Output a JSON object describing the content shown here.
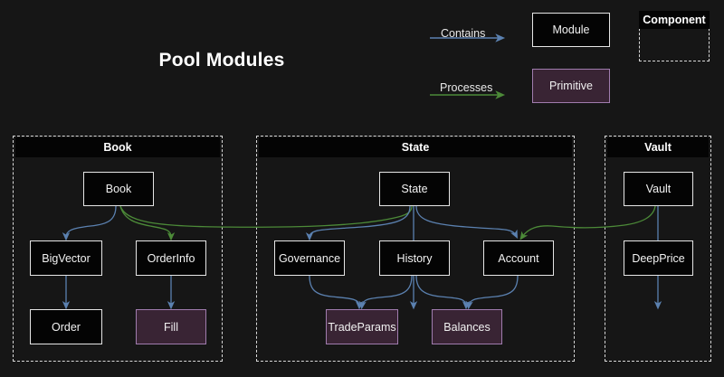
{
  "title": "Pool Modules",
  "colors": {
    "background": "#161616",
    "module_fill": "#040404",
    "module_border": "#e6e6e6",
    "primitive_fill": "#392434",
    "primitive_border": "#a07cae",
    "contains_edge": "#5b81b0",
    "processes_edge": "#3e7a2e",
    "group_border": "#d8d8d8",
    "text": "#f2f2f2"
  },
  "legend": {
    "contains_label": "Contains",
    "processes_label": "Processes",
    "module_label": "Module",
    "primitive_label": "Primitive",
    "component_label": "Component"
  },
  "groups": [
    {
      "id": "book",
      "title": "Book"
    },
    {
      "id": "state",
      "title": "State"
    },
    {
      "id": "vault",
      "title": "Vault"
    }
  ],
  "nodes": {
    "book": "Book",
    "bigvector": "BigVector",
    "orderinfo": "OrderInfo",
    "order": "Order",
    "fill": "Fill",
    "state": "State",
    "governance": "Governance",
    "history": "History",
    "account": "Account",
    "tradeparams": "TradeParams",
    "balances": "Balances",
    "vault": "Vault",
    "deepprice": "DeepPrice"
  },
  "edges": [
    {
      "from": "Book",
      "to": "BigVector",
      "type": "Contains"
    },
    {
      "from": "BigVector",
      "to": "Order",
      "type": "Contains"
    },
    {
      "from": "OrderInfo",
      "to": "Fill",
      "type": "Contains"
    },
    {
      "from": "Book",
      "to": "OrderInfo",
      "type": "Processes"
    },
    {
      "from": "State",
      "to": "Governance",
      "type": "Contains"
    },
    {
      "from": "State",
      "to": "History",
      "type": "Contains"
    },
    {
      "from": "State",
      "to": "Account",
      "type": "Contains"
    },
    {
      "from": "Governance",
      "to": "TradeParams",
      "type": "Contains"
    },
    {
      "from": "History",
      "to": "TradeParams",
      "type": "Contains"
    },
    {
      "from": "History",
      "to": "Balances",
      "type": "Contains"
    },
    {
      "from": "Account",
      "to": "Balances",
      "type": "Contains"
    },
    {
      "from": "Vault",
      "to": "DeepPrice",
      "type": "Contains"
    },
    {
      "from": "Book",
      "to": "State",
      "type": "Processes"
    },
    {
      "from": "Vault",
      "to": "Account",
      "type": "Processes"
    }
  ]
}
